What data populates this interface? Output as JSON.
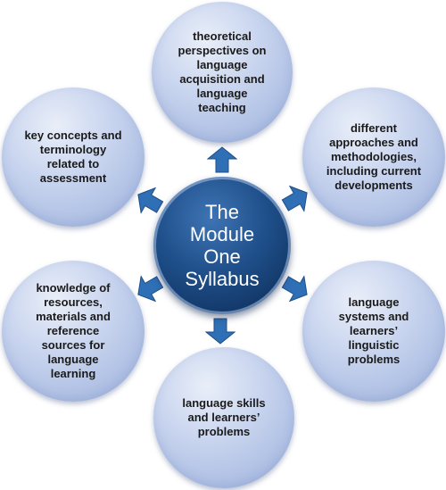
{
  "hub": {
    "title": "The\nModule\nOne\nSyllabus"
  },
  "topics": [
    {
      "id": "top",
      "label": "theoretical\nperspectives on\nlanguage\nacquisition and\nlanguage\nteaching"
    },
    {
      "id": "upper-right",
      "label": "different\napproaches and\nmethodologies,\nincluding current\ndevelopments"
    },
    {
      "id": "lower-right",
      "label": "language\nsystems and\nlearners’\nlinguistic\nproblems"
    },
    {
      "id": "bottom",
      "label": "language skills\nand learners’\nproblems"
    },
    {
      "id": "lower-left",
      "label": "knowledge of\nresources,\nmaterials and\nreference\nsources for\nlanguage\nlearning"
    },
    {
      "id": "upper-left",
      "label": "key concepts and\nterminology\nrelated to\nassessment"
    }
  ],
  "colors": {
    "bubble": "#b9c8ea",
    "hub": "#1c4a84",
    "arrow": "#2f6fb5"
  }
}
